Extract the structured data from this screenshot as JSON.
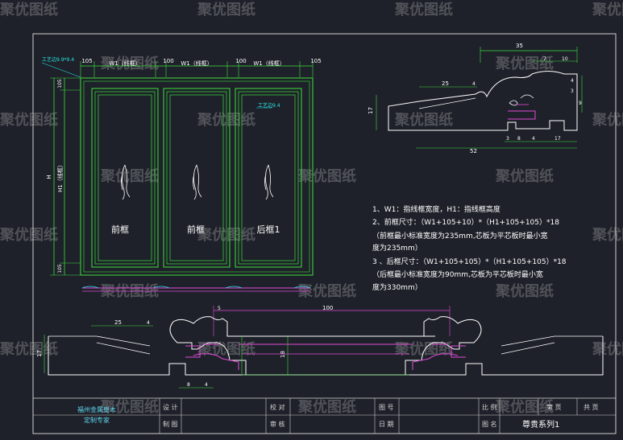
{
  "watermark": "聚优图纸",
  "front_view": {
    "top_dims": [
      "105",
      "100",
      "100",
      "105"
    ],
    "width_labels": [
      "W1（线框）",
      "W1（线框）",
      "W1（线框）"
    ],
    "left_dims": [
      "105",
      "105"
    ],
    "height_label_outer": "H",
    "height_label_inner": "H1（线框）",
    "process_tag": "工艺边9.9*9.4",
    "process_tag_inner": "工艺边9.4",
    "panel_labels": [
      "前框",
      "前框",
      "后框1"
    ]
  },
  "section_top": {
    "dims_top": [
      "35",
      "7",
      "10"
    ],
    "dims_mid": [
      "25",
      "4"
    ],
    "dim_left": "17",
    "dims_right": [
      "4",
      "3",
      "9"
    ],
    "dims_bottom": [
      "52",
      "3",
      "8",
      "4",
      "17"
    ]
  },
  "notes": [
    "1、W1：指线框宽度，H1：指线框高度",
    "2、前框尺寸：（W1+105+10）*（H1+105+105）*18",
    "（前框最小标准宽度为235mm,芯板为平芯板时最小宽",
    "度为235mm）",
    "3 、后框尺寸：（W1+105+105）*（H1+105+105）*18",
    "（后框最小标准宽度为90mm,芯板为平芯板时最小宽",
    "度为330mm）"
  ],
  "section_bottom": {
    "dim_center": "100",
    "dim_small": "5",
    "dims_left": [
      "25",
      "4"
    ],
    "dim_left_height": "17",
    "dim_thickness": "18",
    "dims_lower": [
      "8",
      "4"
    ]
  },
  "title_block": {
    "company_line1": "福州金属皇木",
    "company_line2": "定制专家",
    "design": "设 计",
    "drawing": "制 图",
    "check": "校 对",
    "review": "审 核",
    "drawing_no": "图 号",
    "date": "日 期",
    "scale": "比 例",
    "sheet": "第 页",
    "total": "共 页",
    "name_label": "图 名",
    "name_value": "尊贵系列1"
  },
  "colors": {
    "background": "#1e2129",
    "frame": "#3de03d",
    "dimension": "#3de03d",
    "profile": "#ffffff",
    "accent": "#e04ad8",
    "cyan": "#29e3e6"
  }
}
